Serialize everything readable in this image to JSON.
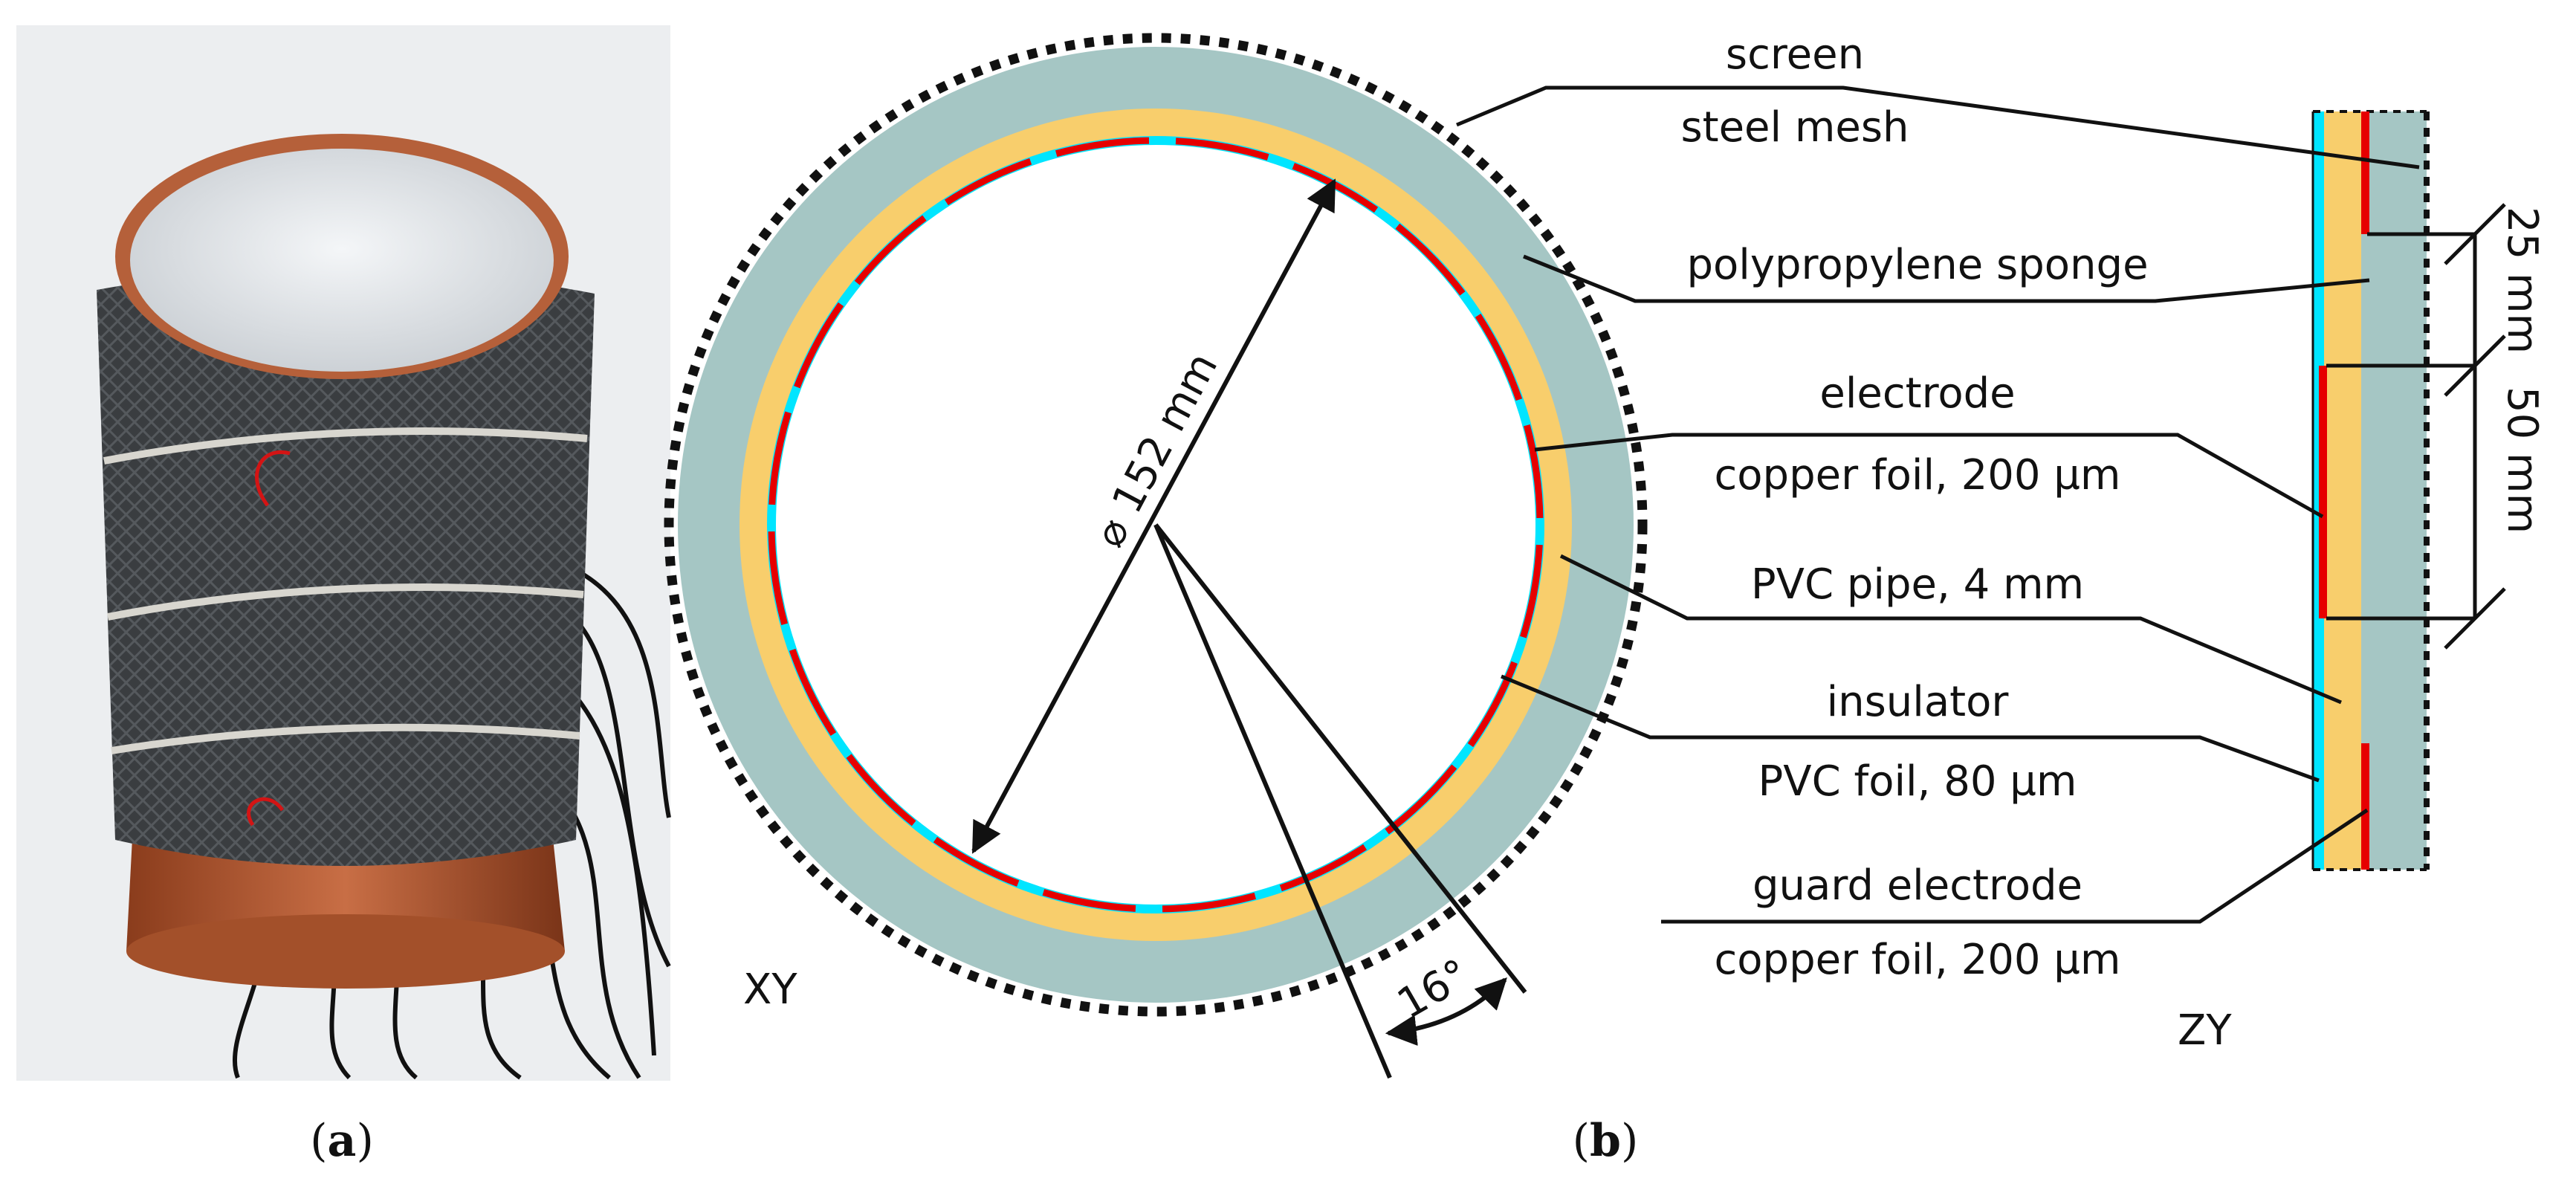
{
  "panels": {
    "a": {
      "label_open": "(",
      "label_letter": "a",
      "label_close": ")"
    },
    "b": {
      "label_open": "(",
      "label_letter": "b",
      "label_close": ")"
    }
  },
  "views": {
    "xy": "XY",
    "zy": "ZY"
  },
  "dimensions": {
    "diameter": "⌀ 152 mm",
    "angle": "16°",
    "electrode_gap": "25 mm",
    "electrode_length": "50 mm"
  },
  "callouts": [
    {
      "id": "screen",
      "name": "screen",
      "material": "steel mesh"
    },
    {
      "id": "sponge",
      "name": "polypropylene sponge",
      "material": ""
    },
    {
      "id": "electrode",
      "name": "electrode",
      "material": "copper foil, 200 µm"
    },
    {
      "id": "pipe",
      "name": "PVC pipe, 4 mm",
      "material": ""
    },
    {
      "id": "insulator",
      "name": "insulator",
      "material": "PVC foil, 80 µm"
    },
    {
      "id": "guard",
      "name": "guard electrode",
      "material": "copper foil, 200 µm"
    }
  ],
  "colors": {
    "sponge": "#a5c6c4",
    "pipe": "#f8ce6c",
    "insulator": "#00e5ff",
    "electrode": "#e60000",
    "outline": "#111111"
  },
  "icons": {
    "photo": "sensor-cylinder-photo"
  }
}
